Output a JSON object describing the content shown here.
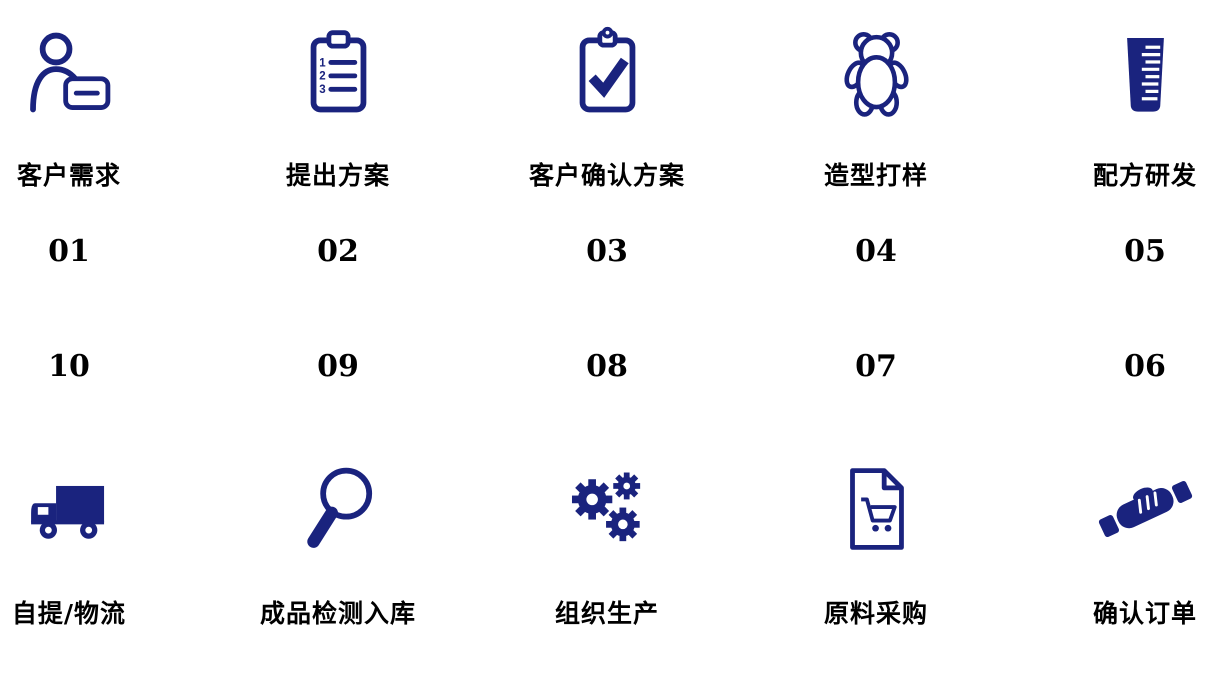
{
  "colors": {
    "icon": "#1a237e",
    "text": "#000000",
    "background": "#ffffff"
  },
  "top_steps": [
    {
      "number": "01",
      "label": "客户需求",
      "icon": "customer-needs-icon"
    },
    {
      "number": "02",
      "label": "提出方案",
      "icon": "clipboard-list-icon"
    },
    {
      "number": "03",
      "label": "客户确认方案",
      "icon": "clipboard-check-icon"
    },
    {
      "number": "04",
      "label": "造型打样",
      "icon": "gummy-bear-icon"
    },
    {
      "number": "05",
      "label": "配方研发",
      "icon": "beaker-icon"
    }
  ],
  "bottom_steps": [
    {
      "number": "10",
      "label": "自提/物流",
      "icon": "truck-icon"
    },
    {
      "number": "09",
      "label": "成品检测入库",
      "icon": "magnifier-icon"
    },
    {
      "number": "08",
      "label": "组织生产",
      "icon": "gears-icon"
    },
    {
      "number": "07",
      "label": "原料采购",
      "icon": "purchase-doc-icon"
    },
    {
      "number": "06",
      "label": "确认订单",
      "icon": "handshake-icon"
    }
  ],
  "icons": {
    "clipboard_digits": [
      "1",
      "2",
      "3"
    ]
  }
}
